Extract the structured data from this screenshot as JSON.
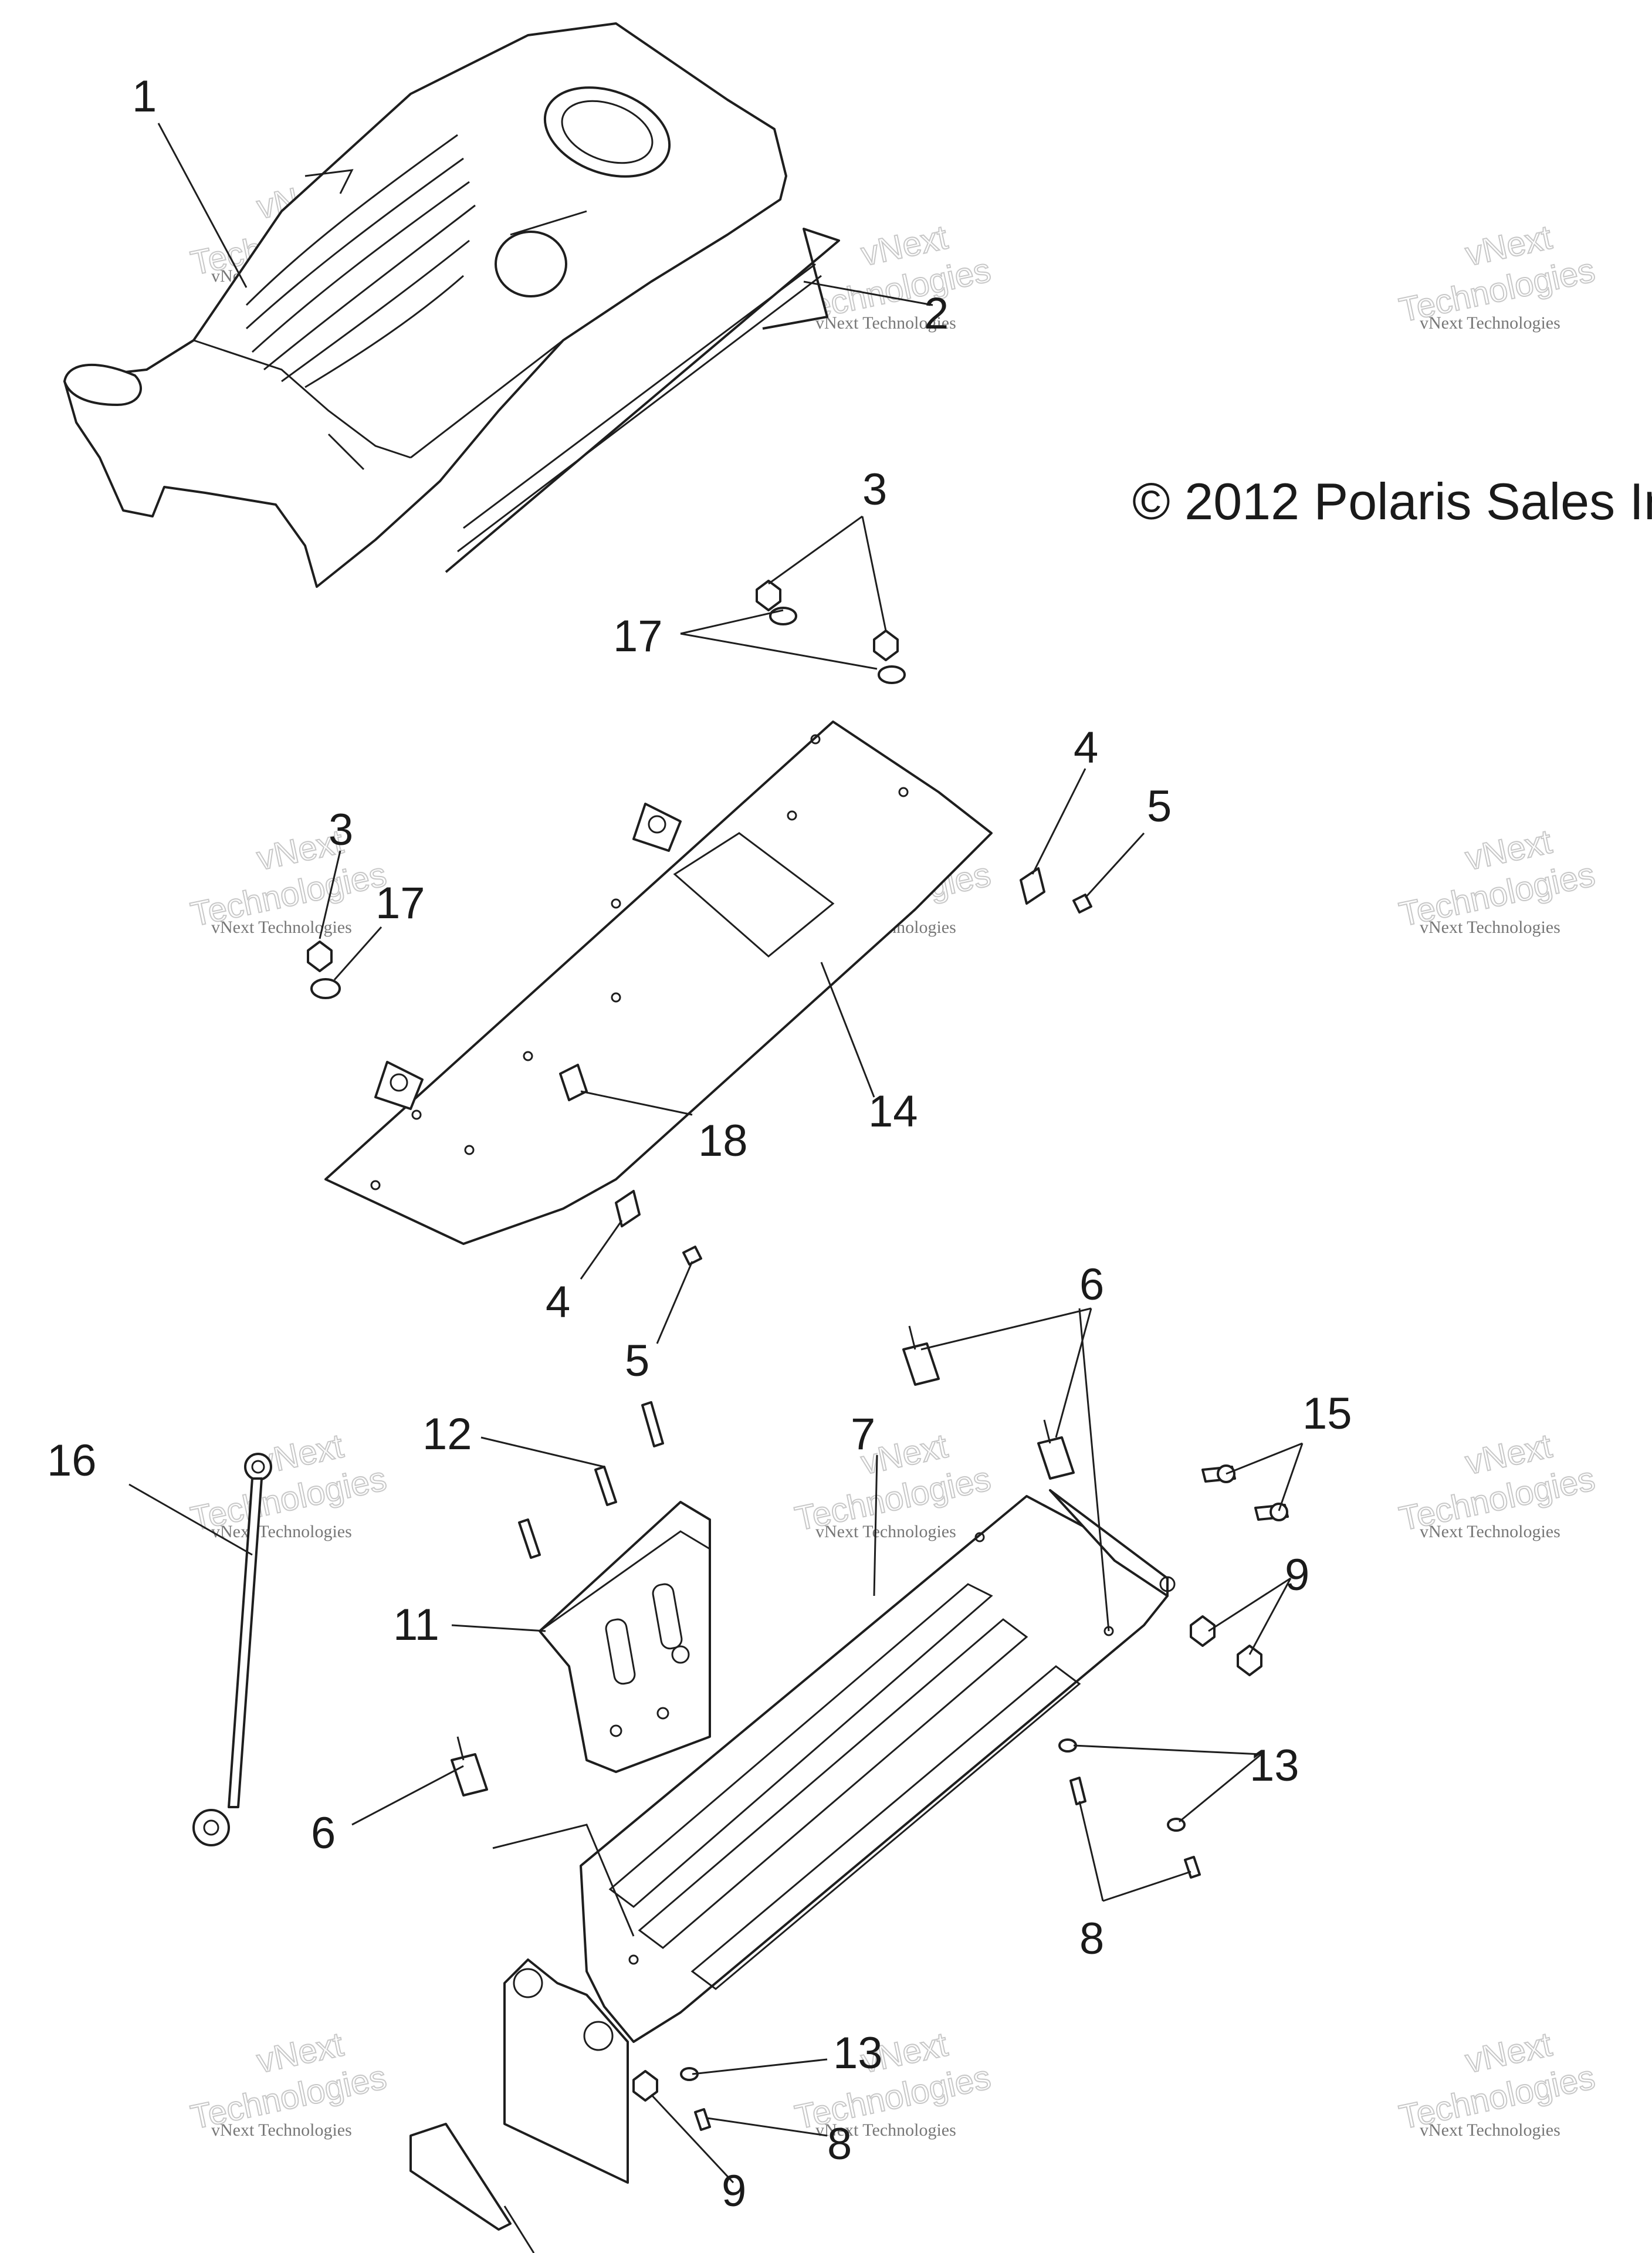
{
  "diagram": {
    "copyright": "© 2012 Polaris Sales In",
    "watermark": {
      "brand_small": "vNext Technologies",
      "brand_large_top": "vNext",
      "brand_large_bottom": "Technologies"
    },
    "callouts": [
      {
        "id": "c1",
        "label": "1"
      },
      {
        "id": "c2",
        "label": "2"
      },
      {
        "id": "c3a",
        "label": "3"
      },
      {
        "id": "c3b",
        "label": "3"
      },
      {
        "id": "c4a",
        "label": "4"
      },
      {
        "id": "c4b",
        "label": "4"
      },
      {
        "id": "c5a",
        "label": "5"
      },
      {
        "id": "c5b",
        "label": "5"
      },
      {
        "id": "c6a",
        "label": "6"
      },
      {
        "id": "c6b",
        "label": "6"
      },
      {
        "id": "c7",
        "label": "7"
      },
      {
        "id": "c8a",
        "label": "8"
      },
      {
        "id": "c8b",
        "label": "8"
      },
      {
        "id": "c9a",
        "label": "9"
      },
      {
        "id": "c9b",
        "label": "9"
      },
      {
        "id": "c11",
        "label": "11"
      },
      {
        "id": "c12",
        "label": "12"
      },
      {
        "id": "c13a",
        "label": "13"
      },
      {
        "id": "c13b",
        "label": "13"
      },
      {
        "id": "c14",
        "label": "14"
      },
      {
        "id": "c15",
        "label": "15"
      },
      {
        "id": "c16",
        "label": "16"
      },
      {
        "id": "c17a",
        "label": "17"
      },
      {
        "id": "c17b",
        "label": "17"
      },
      {
        "id": "c18",
        "label": "18"
      }
    ]
  }
}
